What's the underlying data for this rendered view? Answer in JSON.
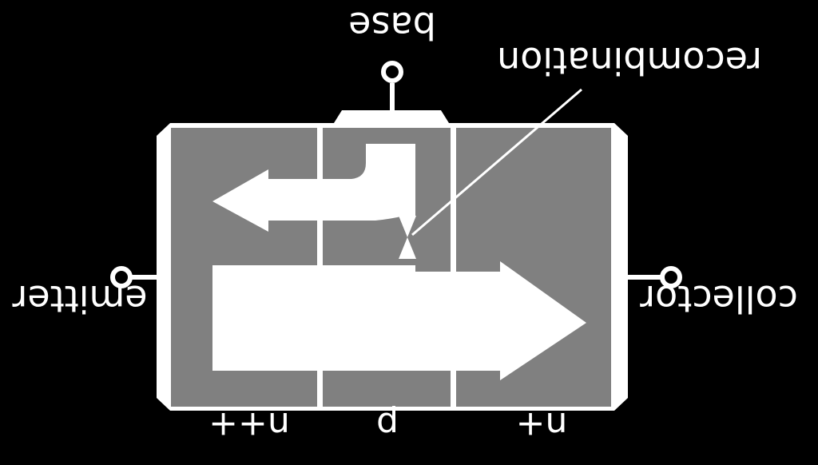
{
  "diagram": {
    "labels": {
      "base": "base",
      "recombination": "recombination",
      "emitter": "emitter",
      "collector": "collector",
      "region_emitter": "n++",
      "region_base": "p",
      "region_collector": "n+"
    },
    "colors": {
      "background": "#000000",
      "semiconductor": "#808080",
      "lines": "#ffffff"
    }
  }
}
